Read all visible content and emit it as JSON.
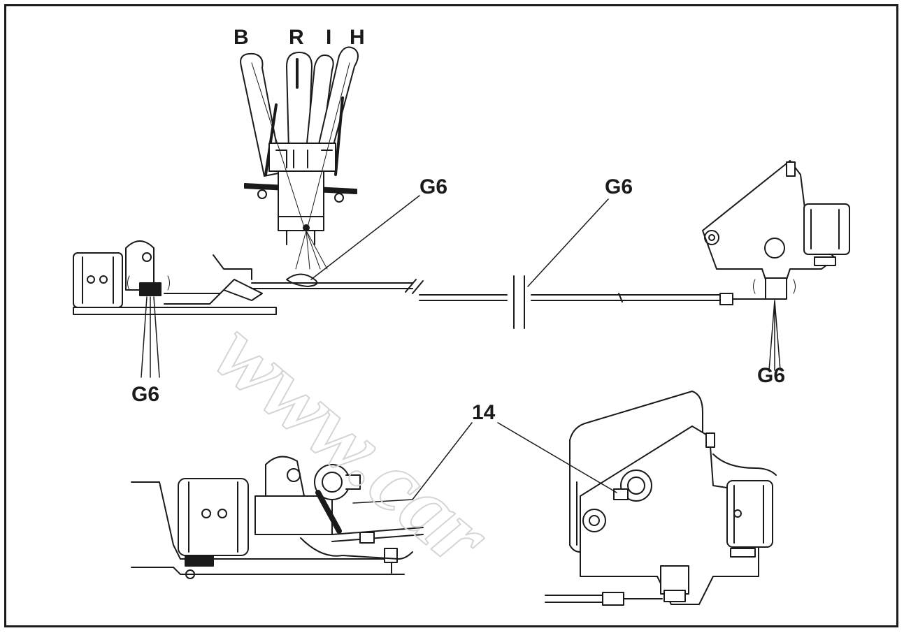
{
  "diagram": {
    "lever_labels": [
      "B",
      "R",
      "I",
      "H"
    ],
    "callouts": {
      "g6_center": "G6",
      "g6_right": "G6",
      "g6_left_bottom": "G6",
      "g6_right_bottom": "G6",
      "part_14": "14"
    },
    "watermark": "www.car"
  },
  "colors": {
    "ink": "#1a1a1a",
    "paper": "#ffffff",
    "watermark": "#d4d4d4"
  }
}
